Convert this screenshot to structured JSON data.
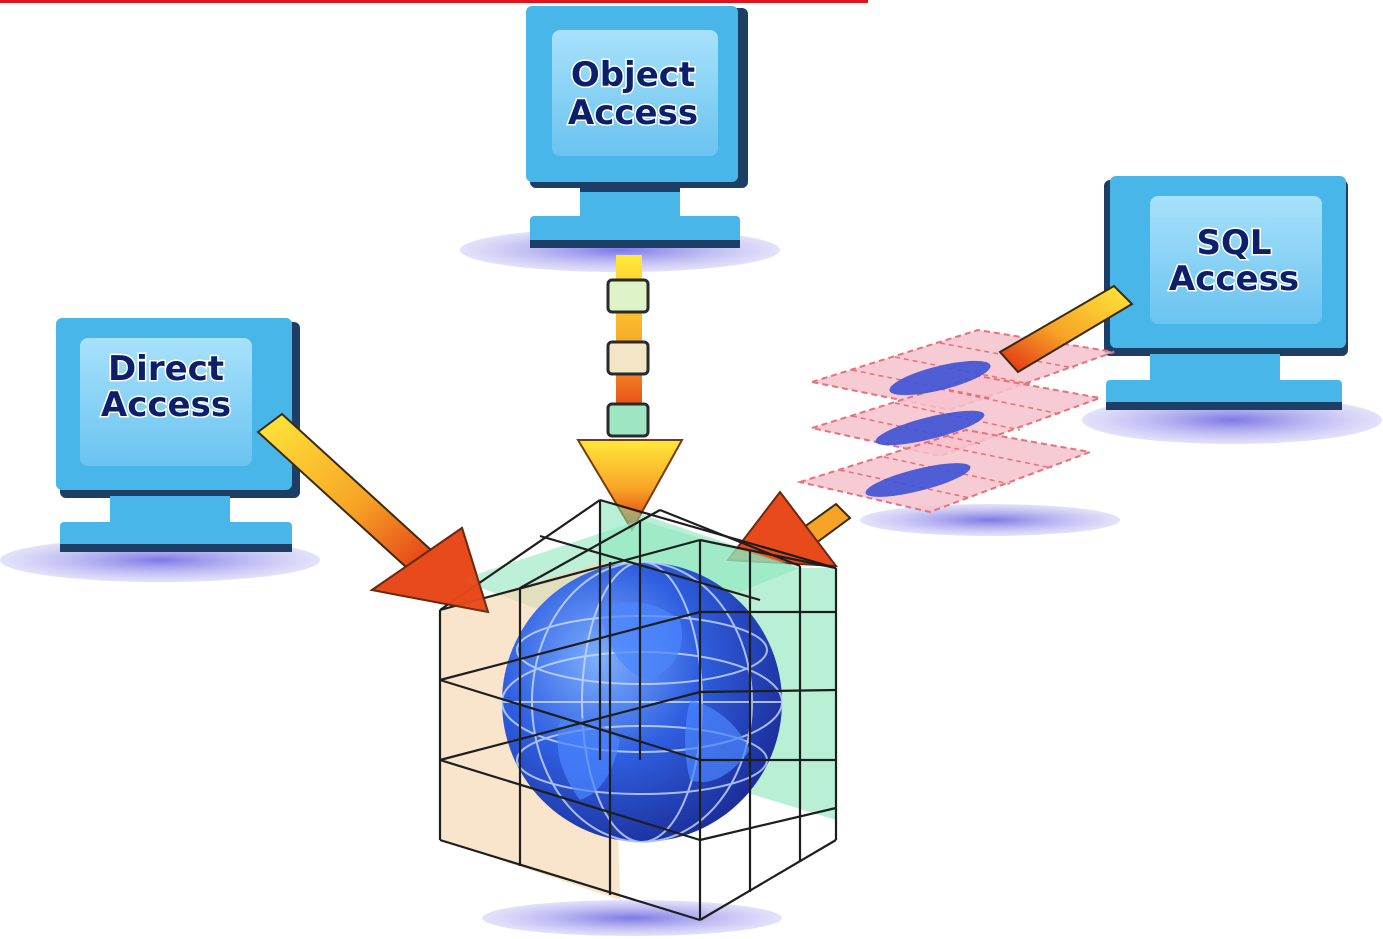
{
  "diagram": {
    "accent_line_color": "#e0141c",
    "monitors": [
      {
        "id": "object",
        "line1": "Object",
        "line2": "Access"
      },
      {
        "id": "direct",
        "line1": "Direct",
        "line2": "Access"
      },
      {
        "id": "sql",
        "line1": "SQL",
        "line2": "Access"
      }
    ],
    "colors": {
      "monitor_body": "#49b6ea",
      "monitor_screen": "#8fd3f6",
      "monitor_shadow": "#8a88e8",
      "label_text": "#0b1f6b",
      "arrow_start": "#ffe93a",
      "arrow_end": "#e02a14",
      "globe": "#2a58d8",
      "cube_green": "#7fe3b3",
      "cube_peach": "#f6d6b0",
      "table_pink": "#f6b9c6"
    },
    "icons": [
      "monitor-icon",
      "globe-icon",
      "data-cube-icon",
      "table-stack-icon",
      "object-chain-icon"
    ]
  }
}
